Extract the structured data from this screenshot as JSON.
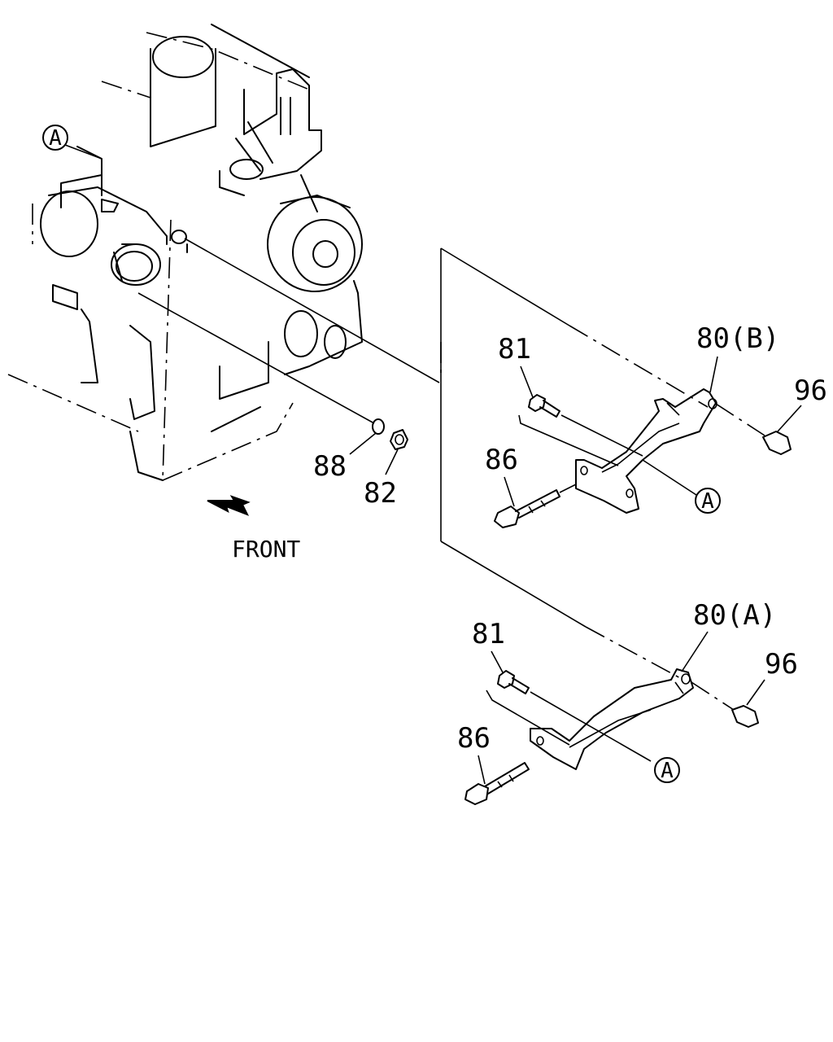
{
  "labels": {
    "ref_a_engine": "A",
    "ref_a_upper": "A",
    "ref_a_lower": "A",
    "washer": "88",
    "nut": "82",
    "front": "FRONT",
    "upper_bracket": "80(B)",
    "upper_bolt_81": "81",
    "upper_bolt_86": "86",
    "upper_bolt_96": "96",
    "lower_bracket": "80(A)",
    "lower_bolt_81": "81",
    "lower_bolt_86": "86",
    "lower_bolt_96": "96"
  }
}
